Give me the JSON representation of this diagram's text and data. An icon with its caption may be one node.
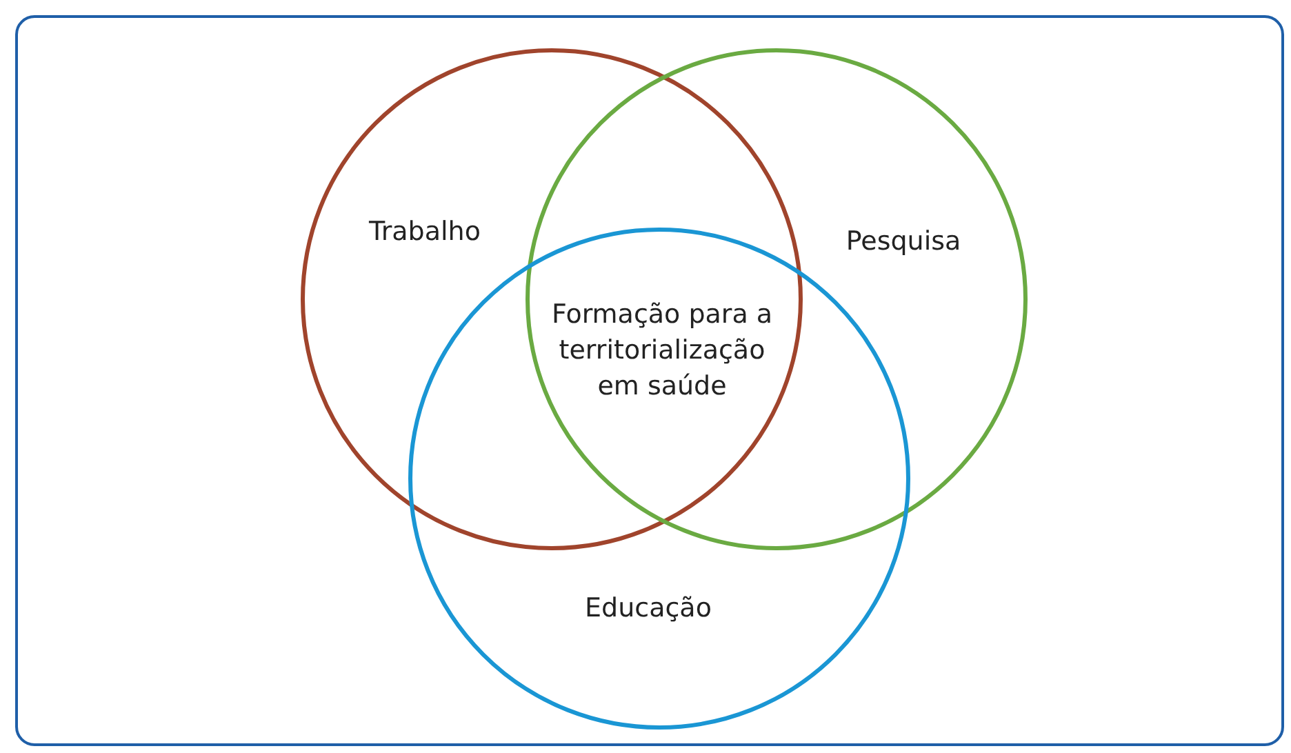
{
  "diagram": {
    "nodes": [
      {
        "text": [
          "Trabalho"
        ]
      },
      {
        "text": [
          "Pesquisa"
        ]
      },
      {
        "text": [
          "Educação"
        ]
      }
    ],
    "labels": [
      "Formação para a territorialização em saúde"
    ]
  }
}
